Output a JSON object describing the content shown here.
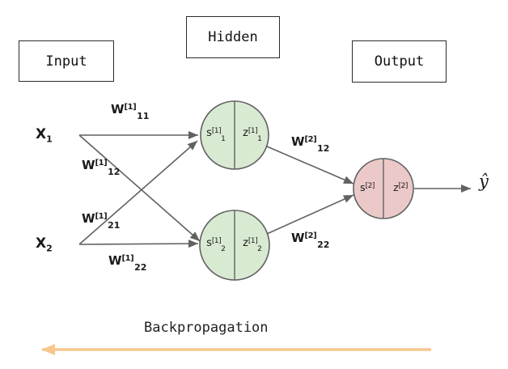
{
  "layer_boxes": {
    "input": "Input",
    "hidden": "Hidden",
    "output": "Output"
  },
  "inputs": [
    {
      "base": "X",
      "sub": "1"
    },
    {
      "base": "X",
      "sub": "2"
    }
  ],
  "weights": [
    {
      "base": "W",
      "sup": "[1]",
      "sub": "11"
    },
    {
      "base": "W",
      "sup": "[1]",
      "sub": "12"
    },
    {
      "base": "W",
      "sup": "[1]",
      "sub": "21"
    },
    {
      "base": "W",
      "sup": "[1]",
      "sub": "22"
    },
    {
      "base": "W",
      "sup": "[2]",
      "sub": "12"
    },
    {
      "base": "W",
      "sup": "[2]",
      "sub": "22"
    }
  ],
  "neurons": [
    {
      "id": "hidden-1",
      "left": {
        "base": "s",
        "sup": "[1]",
        "sub": "1"
      },
      "right": {
        "base": "z",
        "sup": "[1]",
        "sub": "1"
      }
    },
    {
      "id": "hidden-2",
      "left": {
        "base": "s",
        "sup": "[1]",
        "sub": "2"
      },
      "right": {
        "base": "z",
        "sup": "[1]",
        "sub": "2"
      }
    },
    {
      "id": "output",
      "left": {
        "base": "s",
        "sup": "[2]",
        "sub": ""
      },
      "right": {
        "base": "z",
        "sup": "[2]",
        "sub": ""
      }
    }
  ],
  "prediction_label": "ŷ",
  "backprop_label": "Backpropagation",
  "colors": {
    "hidden_fill": "#d9ead3",
    "output_fill": "#ecc9c9",
    "edge": "#616161",
    "backprop_arrow": "#f6c78e"
  }
}
